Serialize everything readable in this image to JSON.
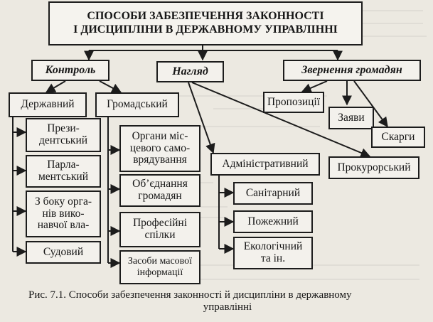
{
  "title": {
    "line1": "СПОСОБИ ЗАБЕЗПЕЧЕННЯ ЗАКОННОСТІ",
    "line2": "І ДИСЦИПЛІНИ В ДЕРЖАВНОМУ УПРАВЛІННІ"
  },
  "methods": {
    "control": "Контроль",
    "supervision": "Нагляд",
    "appeals": "Звернення громадян"
  },
  "control_types": {
    "state": "Державний",
    "public": "Громадський"
  },
  "state_control": {
    "presidential": [
      "Прези-",
      "дентський"
    ],
    "parliamentary": [
      "Парла-",
      "ментський"
    ],
    "executive": [
      "З боку орга-",
      "нів вико-",
      "навчої вла-"
    ],
    "judicial": "Судовий"
  },
  "public_control": {
    "local_self_government": [
      "Органи міс-",
      "цевого само-",
      "врядування"
    ],
    "associations": [
      "Об’єднання",
      "громадян"
    ],
    "trade_unions": [
      "Професійні",
      "спілки"
    ],
    "mass_media": [
      "Засоби масової",
      "інформації"
    ]
  },
  "supervision_types": {
    "administrative": "Адміністративний",
    "prosecutorial": "Прокурорський"
  },
  "administrative_supervision": {
    "sanitary": "Санітарний",
    "fire": "Пожежний",
    "ecological": [
      "Екологічний",
      "та ін."
    ]
  },
  "appeal_types": {
    "proposals": "Пропозиції",
    "statements": "Заяви",
    "complaints": "Скарги"
  },
  "caption": {
    "line1": "Рис. 7.1. Способи забезпечення законності й дисципліни в державному",
    "line2": "управлінні"
  },
  "colors": {
    "line": "#1c1c1c",
    "paper": "#ece9e1",
    "box_fill": "#f3f1ec"
  }
}
